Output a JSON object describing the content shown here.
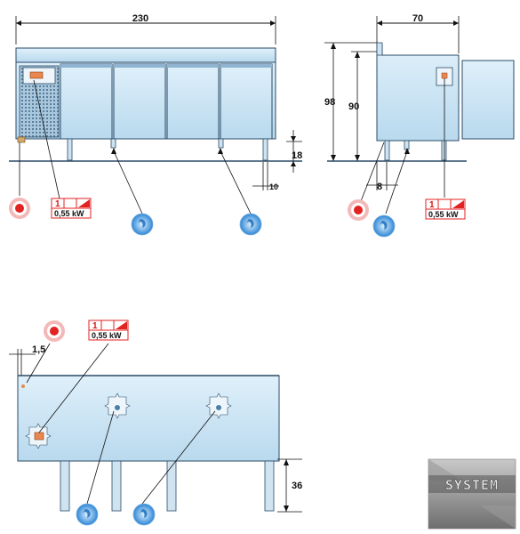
{
  "front_view": {
    "width_label": "230",
    "leg_height_label": "18",
    "leg_offset_label": "10",
    "power": {
      "phase": "1",
      "kw": "0,55 kW"
    }
  },
  "side_view": {
    "depth_label": "70",
    "total_height_label": "98",
    "work_height_label": "90",
    "leg_inset_label": "8",
    "power": {
      "phase": "1",
      "kw": "0,55 kW"
    }
  },
  "plan_view": {
    "offset_label": "1,5",
    "leg_height_label": "36",
    "power": {
      "phase": "1",
      "kw": "0,55 kW"
    }
  },
  "logo": {
    "text": "SYSTEM"
  },
  "colors": {
    "body_fill": "#cfe6f4",
    "outline": "#2a4a66",
    "electric_red": "#e32222",
    "water_blue": "#1f6fb8"
  },
  "icons": [
    "electric-connection-icon",
    "water-drain-icon",
    "power-phase-icon"
  ]
}
